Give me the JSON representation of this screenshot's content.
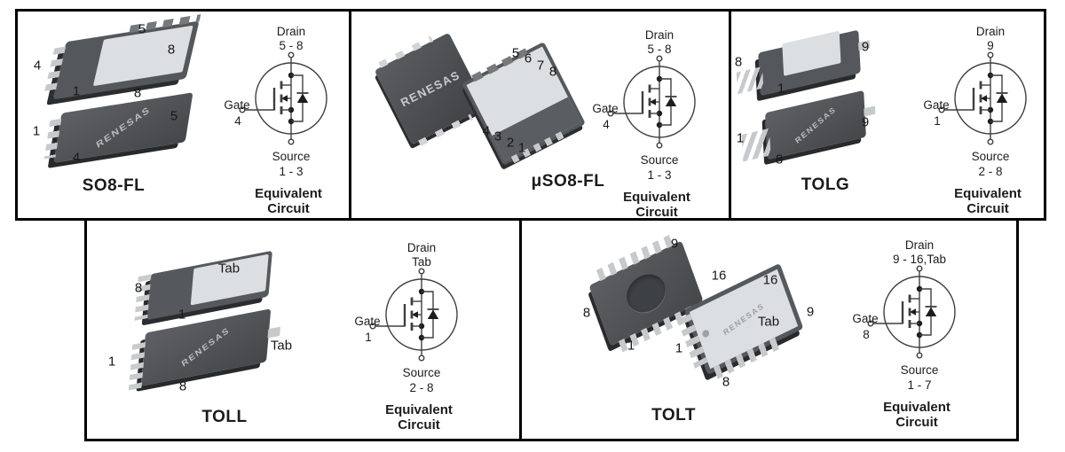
{
  "colors": {
    "body_dark": "#4e5155",
    "pad_light": "#dcdfe1",
    "pin_metal": "#c7cacc",
    "circuit_line": "#3f3f3f",
    "border": "#000000"
  },
  "panels": [
    {
      "id": "so8-fl",
      "name": "SO8-FL",
      "logo": "RENESAS",
      "pins": [
        "5",
        "8",
        "4",
        "1",
        "8",
        "5",
        "1",
        "4"
      ],
      "circuit": {
        "drain": "Drain",
        "drain_pins": "5 - 8",
        "gate": "Gate",
        "gate_pin": "4",
        "source": "Source",
        "source_pins": "1 - 3",
        "caption1": "Equivalent",
        "caption2": "Circuit"
      }
    },
    {
      "id": "uso8-fl",
      "name": "μSO8-FL",
      "logo": "RENESAS",
      "pins": [
        "5",
        "6",
        "7",
        "8",
        "4",
        "3",
        "2",
        "1"
      ],
      "circuit": {
        "drain": "Drain",
        "drain_pins": "5 - 8",
        "gate": "Gate",
        "gate_pin": "4",
        "source": "Source",
        "source_pins": "1 - 3",
        "caption1": "Equivalent",
        "caption2": "Circuit"
      }
    },
    {
      "id": "tolg",
      "name": "TOLG",
      "logo": "RENESAS",
      "pins": [
        "9",
        "8",
        "1",
        "9",
        "1",
        "8"
      ],
      "circuit": {
        "drain": "Drain",
        "drain_pins": "9",
        "gate": "Gate",
        "gate_pin": "1",
        "source": "Source",
        "source_pins": "2 - 8",
        "caption1": "Equivalent",
        "caption2": "Circuit"
      }
    },
    {
      "id": "toll",
      "name": "TOLL",
      "logo": "RENESAS",
      "pins": [
        "8",
        "1",
        "1",
        "8"
      ],
      "tabs": [
        "Tab",
        "Tab"
      ],
      "circuit": {
        "drain": "Drain",
        "drain_pins": "Tab",
        "gate": "Gate",
        "gate_pin": "1",
        "source": "Source",
        "source_pins": "2 - 8",
        "caption1": "Equivalent",
        "caption2": "Circuit"
      }
    },
    {
      "id": "tolt",
      "name": "TOLT",
      "logo": "RENESAS",
      "pins": [
        "9",
        "16",
        "8",
        "1",
        "16",
        "9",
        "1",
        "8"
      ],
      "tabs": [
        "Tab"
      ],
      "circuit": {
        "drain": "Drain",
        "drain_pins": "9 - 16,Tab",
        "gate": "Gate",
        "gate_pin": "8",
        "source": "Source",
        "source_pins": "1 - 7",
        "caption1": "Equivalent",
        "caption2": "Circuit"
      }
    }
  ]
}
